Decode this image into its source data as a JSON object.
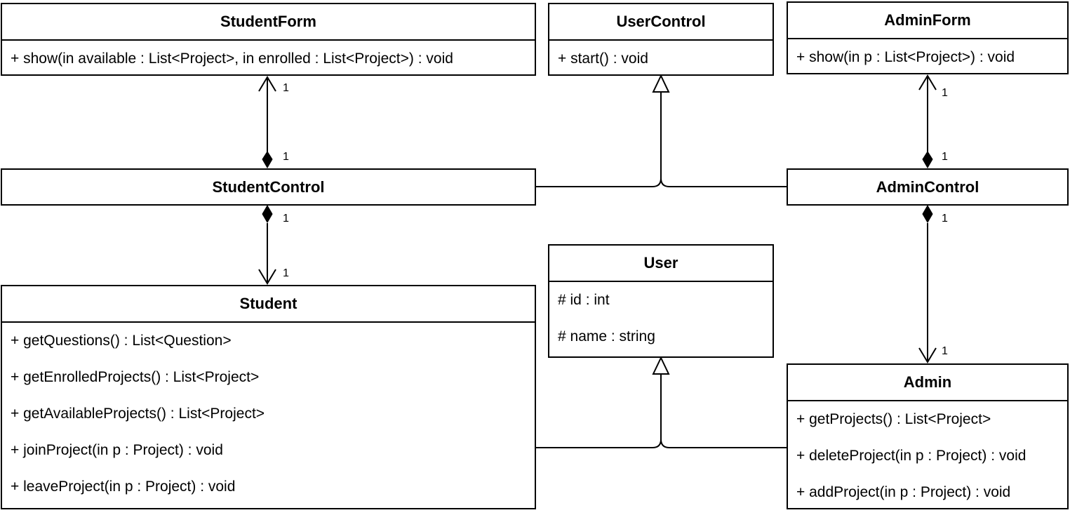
{
  "classes": {
    "student_form": {
      "name": "StudentForm",
      "members": [
        "+ show(in available : List<Project>, in enrolled : List<Project>) : void"
      ]
    },
    "user_control": {
      "name": "UserControl",
      "members": [
        "+ start() : void"
      ]
    },
    "admin_form": {
      "name": "AdminForm",
      "members": [
        "+ show(in p : List<Project>) : void"
      ]
    },
    "student_control": {
      "name": "StudentControl"
    },
    "admin_control": {
      "name": "AdminControl"
    },
    "user": {
      "name": "User",
      "members": [
        "# id : int",
        "# name : string"
      ]
    },
    "student": {
      "name": "Student",
      "members": [
        "+ getQuestions() : List<Question>",
        "+ getEnrolledProjects() : List<Project>",
        "+ getAvailableProjects() : List<Project>",
        "+ joinProject(in p : Project) : void",
        "+ leaveProject(in p : Project) : void"
      ]
    },
    "admin": {
      "name": "Admin",
      "members": [
        "+ getProjects() : List<Project>",
        "+ deleteProject(in p : Project) : void",
        "+ addProject(in p : Project) : void"
      ]
    }
  },
  "multiplicities": {
    "sf_top": "1",
    "sf_bottom": "1",
    "sc_student_top": "1",
    "sc_student_bottom": "1",
    "af_top": "1",
    "af_bottom": "1",
    "ac_admin_top": "1",
    "ac_admin_bottom": "1"
  }
}
